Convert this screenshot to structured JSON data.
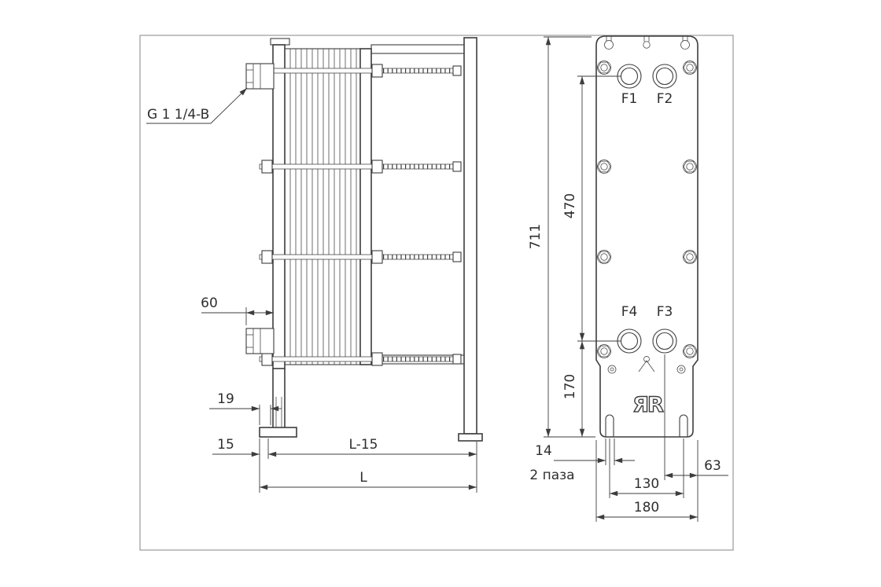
{
  "labels": {
    "thread": "G 1 1/4-B",
    "slots_note": "2 паза",
    "logo": "ЯR"
  },
  "ports": {
    "f1": "F1",
    "f2": "F2",
    "f3": "F3",
    "f4": "F4"
  },
  "dims": {
    "height": "711",
    "port_span_v": "470",
    "port_to_base": "170",
    "conn_protrusion": "60",
    "foot_slot_offset": "19",
    "base_offset": "15",
    "frame_length_minus": "L-15",
    "frame_length": "L",
    "slot_width": "14",
    "slot_spacing": "130",
    "plate_width": "180",
    "port_span_h": "63"
  }
}
